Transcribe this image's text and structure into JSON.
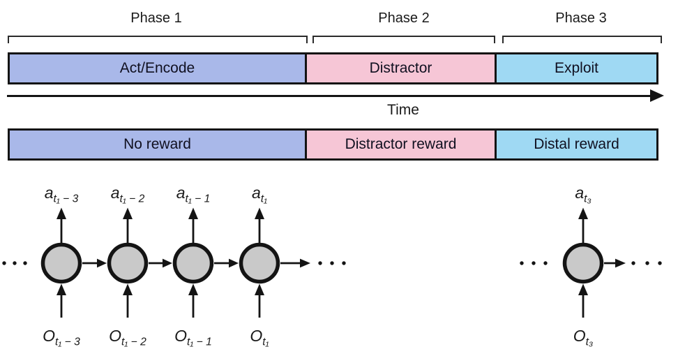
{
  "colors": {
    "periwinkle": "#a9b8e9",
    "pink": "#f6c6d6",
    "sky": "#9fd9f3",
    "node_fill": "#c9c9c9",
    "ink": "#141414"
  },
  "phases": [
    {
      "label": "Phase 1",
      "bar": "Act/Encode",
      "reward": "No reward"
    },
    {
      "label": "Phase 2",
      "bar": "Distractor",
      "reward": "Distractor reward"
    },
    {
      "label": "Phase 3",
      "bar": "Exploit",
      "reward": "Distal reward"
    }
  ],
  "time_label": "Time",
  "rnn": {
    "nodes": [
      {
        "action_base": "a",
        "action_sub": "t₁ − 3",
        "obs_base": "O",
        "obs_sub": "t₁ − 3"
      },
      {
        "action_base": "a",
        "action_sub": "t₁ − 2",
        "obs_base": "O",
        "obs_sub": "t₁ − 2"
      },
      {
        "action_base": "a",
        "action_sub": "t₁ − 1",
        "obs_base": "O",
        "obs_sub": "t₁ − 1"
      },
      {
        "action_base": "a",
        "action_sub": "t₁",
        "obs_base": "O",
        "obs_sub": "t₁"
      },
      {
        "action_base": "a",
        "action_sub": "t₃",
        "obs_base": "O",
        "obs_sub": "t₃"
      }
    ]
  }
}
